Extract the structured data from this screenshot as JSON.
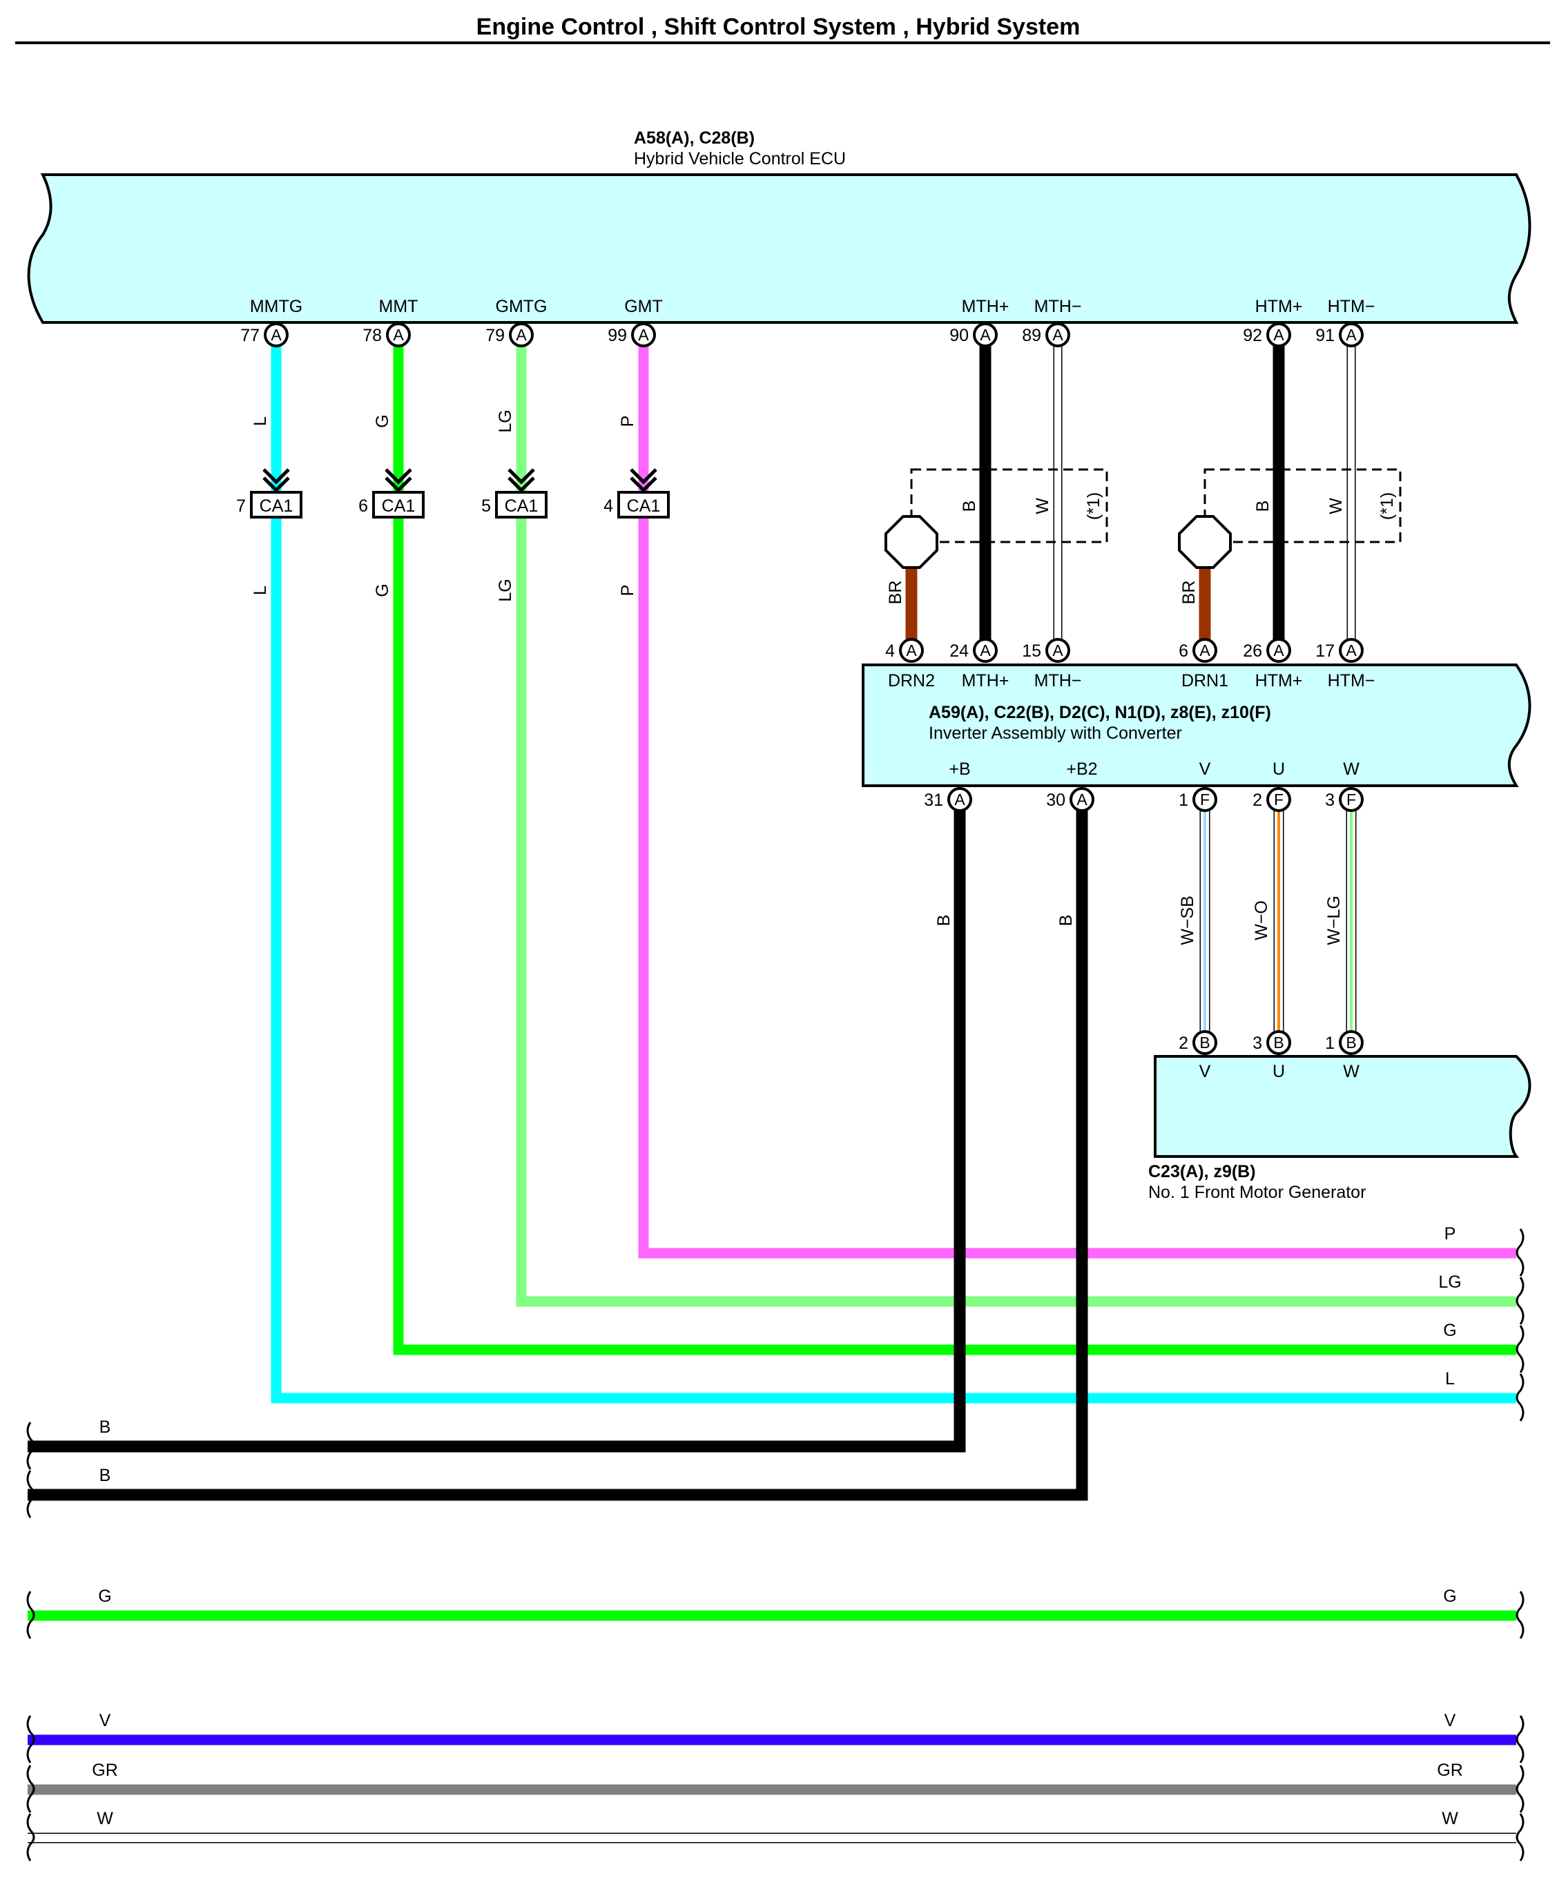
{
  "title": "Engine Control , Shift Control System , Hybrid System",
  "colors": {
    "L": "#00ffff",
    "G": "#00ff00",
    "LG": "#80ff80",
    "P": "#ff66ff",
    "B": "#000000",
    "BR": "#993300",
    "V": "#3300ff",
    "GR": "#808080",
    "W": "#ffffff",
    "SB": "#99ddff",
    "O": "#ff8800",
    "box": "#ccffff"
  },
  "ecu": {
    "ref": "A58(A), C28(B)",
    "name": "Hybrid Vehicle Control ECU",
    "terminals": [
      {
        "label": "MMTG",
        "pin": "77",
        "connector": "A"
      },
      {
        "label": "MMT",
        "pin": "78",
        "connector": "A"
      },
      {
        "label": "GMTG",
        "pin": "79",
        "connector": "A"
      },
      {
        "label": "GMT",
        "pin": "99",
        "connector": "A"
      },
      {
        "label": "MTH+",
        "pin": "90",
        "connector": "A"
      },
      {
        "label": "MTH−",
        "pin": "89",
        "connector": "A"
      },
      {
        "label": "HTM+",
        "pin": "92",
        "connector": "A"
      },
      {
        "label": "HTM−",
        "pin": "91",
        "connector": "A"
      }
    ]
  },
  "junctions": [
    {
      "pin": "7",
      "label": "CA1",
      "wire": "L"
    },
    {
      "pin": "6",
      "label": "CA1",
      "wire": "G"
    },
    {
      "pin": "5",
      "label": "CA1",
      "wire": "LG"
    },
    {
      "pin": "4",
      "label": "CA1",
      "wire": "P"
    }
  ],
  "shield_note": "(*1)",
  "inverter": {
    "ref": "A59(A), C22(B), D2(C), N1(D), z8(E), z10(F)",
    "name": "Inverter Assembly with Converter",
    "top_terminals": [
      {
        "label": "DRN2",
        "pin": "4",
        "connector": "A"
      },
      {
        "label": "MTH+",
        "pin": "24",
        "connector": "A"
      },
      {
        "label": "MTH−",
        "pin": "15",
        "connector": "A"
      },
      {
        "label": "DRN1",
        "pin": "6",
        "connector": "A"
      },
      {
        "label": "HTM+",
        "pin": "26",
        "connector": "A"
      },
      {
        "label": "HTM−",
        "pin": "17",
        "connector": "A"
      }
    ],
    "bottom_terminals": [
      {
        "label": "+B",
        "pin": "31",
        "connector": "A"
      },
      {
        "label": "+B2",
        "pin": "30",
        "connector": "A"
      },
      {
        "label": "V",
        "pin": "1",
        "connector": "F"
      },
      {
        "label": "U",
        "pin": "2",
        "connector": "F"
      },
      {
        "label": "W",
        "pin": "3",
        "connector": "F"
      }
    ]
  },
  "motor": {
    "ref": "C23(A), z9(B)",
    "name": "No.  1 Front Motor Generator",
    "terminals": [
      {
        "label": "V",
        "pin": "2",
        "connector": "B"
      },
      {
        "label": "U",
        "pin": "3",
        "connector": "B"
      },
      {
        "label": "W",
        "pin": "1",
        "connector": "B"
      }
    ]
  },
  "wire_labels": {
    "L": "L",
    "G": "G",
    "LG": "LG",
    "P": "P",
    "B": "B",
    "W": "W",
    "BR": "BR",
    "W_SB": "W−SB",
    "W_O": "W−O",
    "W_LG": "W−LG",
    "V": "V",
    "GR": "GR"
  }
}
